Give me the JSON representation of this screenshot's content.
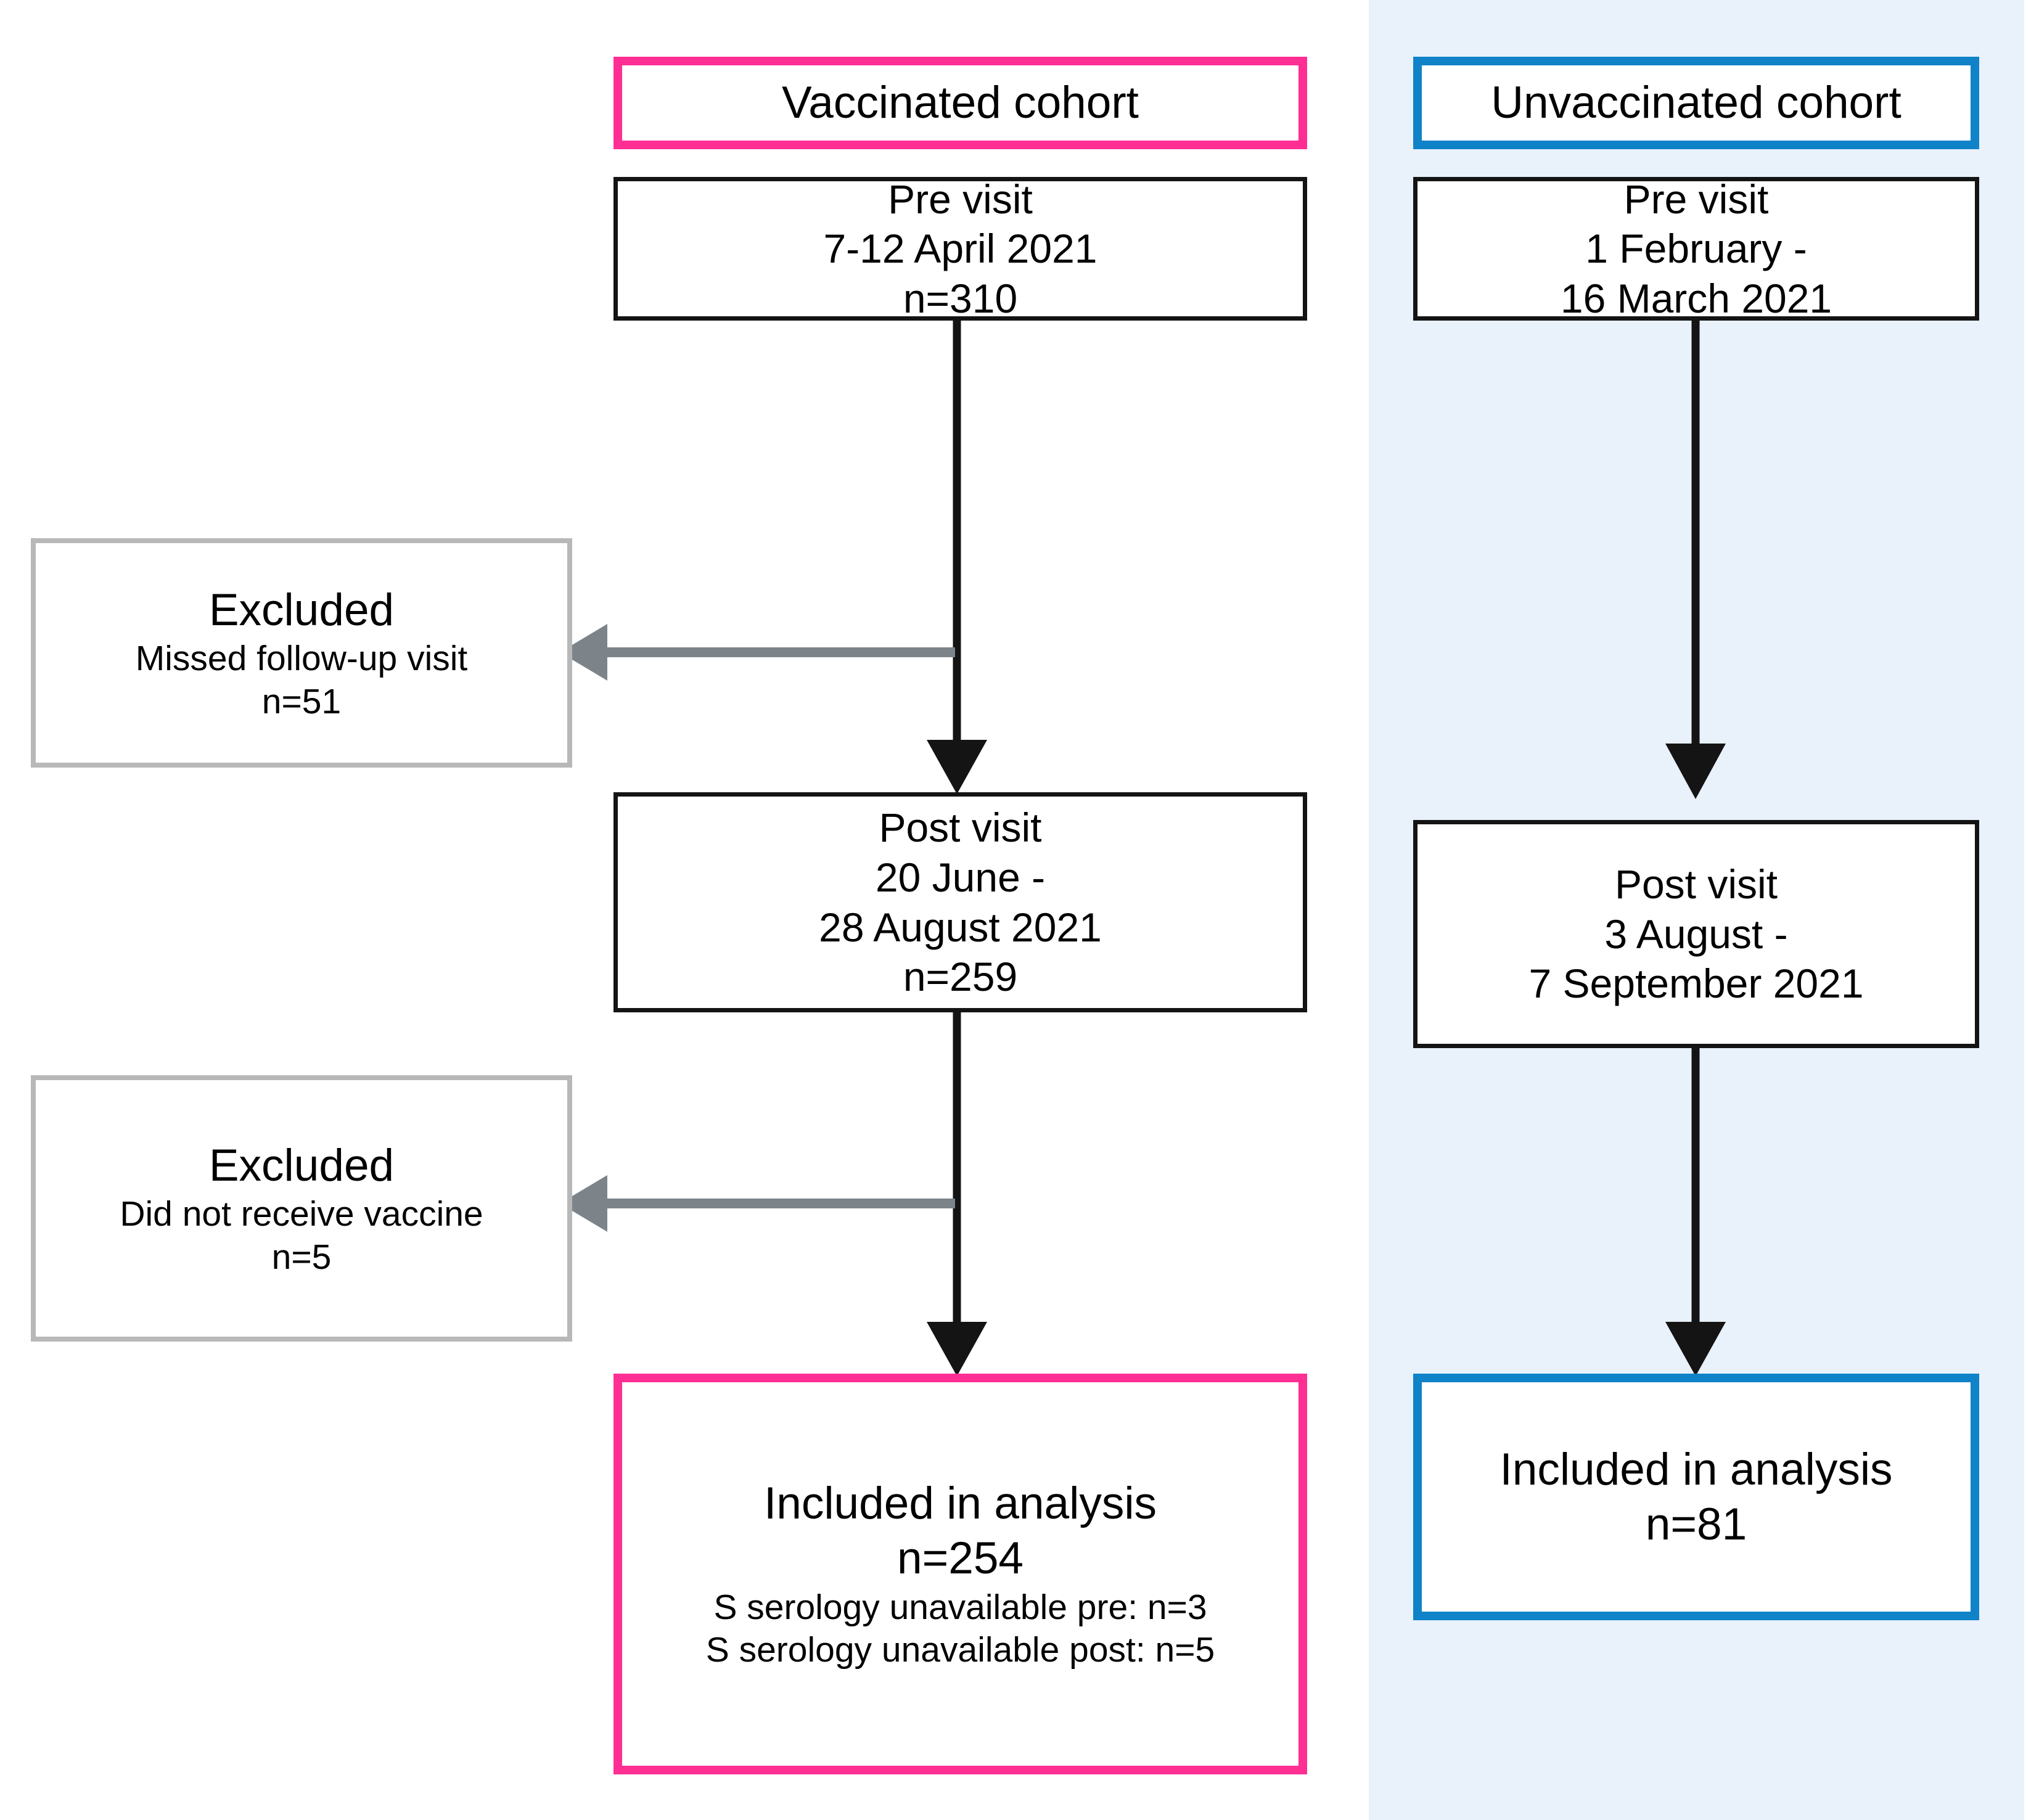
{
  "figure": {
    "type": "flow-diagram",
    "title": "Study cohort flow diagram",
    "panels": {
      "left": {
        "name": "Vaccinated cohort panel",
        "background": "#ffffff",
        "accent": "#ff2e93"
      },
      "right": {
        "name": "Unvaccinated cohort panel",
        "background": "#e9f1fb",
        "accent": "#1082c8"
      }
    },
    "colors": {
      "pink": "#ff2e93",
      "blue": "#1082c8",
      "black": "#141414",
      "gray": "#b8b8b8",
      "gray_arrow": "#7d8489",
      "panel_blue_bg": "#e9f1fb"
    }
  },
  "vaccinated": {
    "header": {
      "label": "Vaccinated cohort"
    },
    "pre_visit": {
      "line1": "Pre visit",
      "line2": "7-12 April 2021",
      "line3": "n=310"
    },
    "post_visit": {
      "line1": "Post visit",
      "line2": "20 June -",
      "line3": "28 August 2021",
      "line4": "n=259"
    },
    "included": {
      "line1": "Included in analysis",
      "line2": "n=254",
      "line3": "S serology unavailable pre: n=3",
      "line4": "S serology unavailable post: n=5"
    }
  },
  "unvaccinated": {
    "header": {
      "label": "Unvaccinated cohort"
    },
    "pre_visit": {
      "line1": "Pre visit",
      "line2": "1 February -",
      "line3": "16 March 2021"
    },
    "post_visit": {
      "line1": "Post visit",
      "line2": "3 August -",
      "line3": "7 September 2021"
    },
    "included": {
      "line1": "Included in analysis",
      "line2": "n=81"
    }
  },
  "exclusions": [
    {
      "line1": "Excluded",
      "line2": "Missed follow-up visit",
      "line3": "n=51"
    },
    {
      "line1": "Excluded",
      "line2": "Did not receive vaccine",
      "line3": "n=5"
    }
  ],
  "chart_data": {
    "type": "diagram",
    "title": "Participant flow",
    "nodes": [
      {
        "id": "vacc-header",
        "label": "Vaccinated cohort",
        "group": "vaccinated",
        "border": "#ff2e93"
      },
      {
        "id": "vacc-pre",
        "label": "Pre visit 7-12 April 2021",
        "n": 310,
        "group": "vaccinated",
        "border": "#141414"
      },
      {
        "id": "vacc-post",
        "label": "Post visit 20 June - 28 August 2021",
        "n": 259,
        "group": "vaccinated",
        "border": "#141414"
      },
      {
        "id": "vacc-included",
        "label": "Included in analysis",
        "n": 254,
        "group": "vaccinated",
        "border": "#ff2e93"
      },
      {
        "id": "excl-1",
        "label": "Excluded Missed follow-up visit",
        "n": 51,
        "group": "exclusion",
        "border": "#b8b8b8"
      },
      {
        "id": "excl-2",
        "label": "Excluded Did not receive vaccine",
        "n": 5,
        "group": "exclusion",
        "border": "#b8b8b8"
      },
      {
        "id": "unvacc-header",
        "label": "Unvaccinated cohort",
        "group": "unvaccinated",
        "border": "#1082c8"
      },
      {
        "id": "unvacc-pre",
        "label": "Pre visit 1 February - 16 March 2021",
        "group": "unvaccinated",
        "border": "#141414"
      },
      {
        "id": "unvacc-post",
        "label": "Post visit 3 August - 7 September 2021",
        "group": "unvaccinated",
        "border": "#141414"
      },
      {
        "id": "unvacc-included",
        "label": "Included in analysis",
        "n": 81,
        "group": "unvaccinated",
        "border": "#1082c8"
      }
    ],
    "edges": [
      {
        "from": "vacc-pre",
        "to": "vacc-post",
        "style": "solid-black-arrow"
      },
      {
        "from": "vacc-pre",
        "to": "excl-1",
        "style": "solid-gray-arrow"
      },
      {
        "from": "vacc-post",
        "to": "vacc-included",
        "style": "solid-black-arrow"
      },
      {
        "from": "vacc-post",
        "to": "excl-2",
        "style": "solid-gray-arrow"
      },
      {
        "from": "unvacc-pre",
        "to": "unvacc-post",
        "style": "solid-black-arrow"
      },
      {
        "from": "unvacc-post",
        "to": "unvacc-included",
        "style": "solid-black-arrow"
      }
    ]
  }
}
